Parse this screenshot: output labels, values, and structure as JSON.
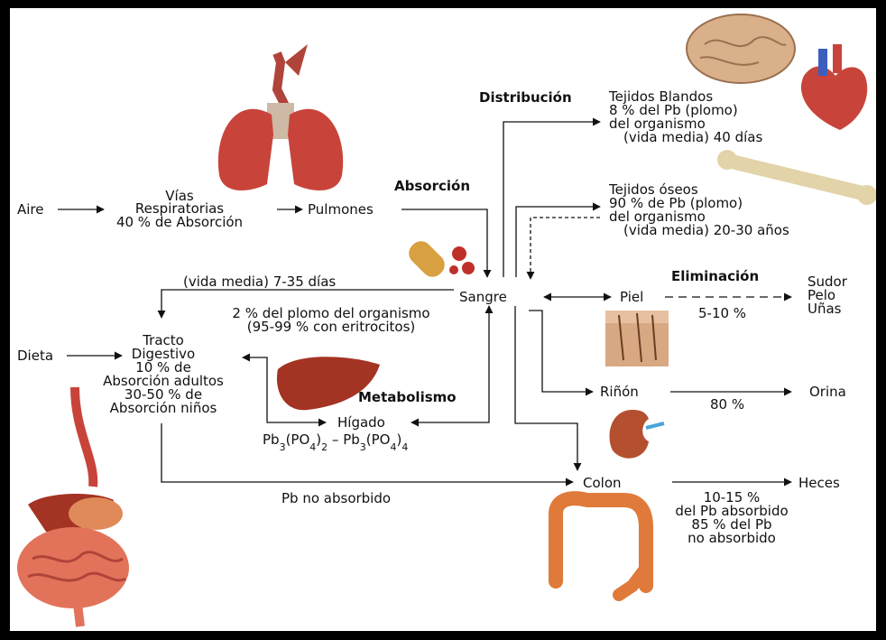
{
  "headers": {
    "distribucion": "Distribución",
    "absorcion": "Absorción",
    "eliminacion": "Eliminación",
    "metabolismo": "Metabolismo"
  },
  "inhalation": {
    "aire": "Aire",
    "vias_1": "Vías",
    "vias_2": "Respiratorias",
    "vias_3": "40 % de Absorción",
    "pulmones": "Pulmones"
  },
  "soft_tissue": {
    "l1": "Tejidos Blandos",
    "l2": "8 % del Pb (plomo)",
    "l3": "del organismo",
    "l4": "(vida media) 40 días"
  },
  "bone": {
    "l1": "Tejidos óseos",
    "l2": "90 % de Pb (plomo)",
    "l3": "del organismo",
    "l4": "(vida media) 20-30 años"
  },
  "blood": {
    "half_life": "(vida media) 7-35 días",
    "name": "Sangre",
    "l1": "2 % del plomo del organismo",
    "l2": "(95-99 % con eritrocitos)"
  },
  "skin": {
    "name": "Piel",
    "pct": "5-10 %",
    "out_1": "Sudor",
    "out_2": "Pelo",
    "out_3": "Uñas"
  },
  "digestive": {
    "dieta": "Dieta",
    "l1": "Tracto",
    "l2": "Digestivo",
    "l3": "10 % de",
    "l4": "Absorción adultos",
    "l5": "30-50 % de",
    "l6": "Absorción niños"
  },
  "kidney": {
    "name": "Riñón",
    "pct": "80 %",
    "out": "Orina"
  },
  "liver": {
    "name": "Hígado"
  },
  "colon": {
    "name": "Colon",
    "unabsorbed": "Pb no absorbido",
    "out": "Heces",
    "l1": "10-15 %",
    "l2": "del Pb absorbido",
    "l3": "85 % del Pb",
    "l4": "no absorbido"
  },
  "formula": {
    "pb1": "Pb",
    "sub3": "3",
    "po1": "(PO",
    "sub4a": "4",
    "cp1": ")",
    "sub2": "2",
    "dash": " – ",
    "pb2": "Pb",
    "sub3b": "3",
    "po2": "(PO",
    "sub4b": "4",
    "cp2": ")",
    "sub4c": "4"
  },
  "colors": {
    "organ_red": "#c8443a",
    "liver": "#a33322",
    "brain": "#d9b08a",
    "bone": "#e2d3a8",
    "kidney": "#b4502f",
    "colon": "#e07a3a",
    "skin": "#d8a882"
  }
}
